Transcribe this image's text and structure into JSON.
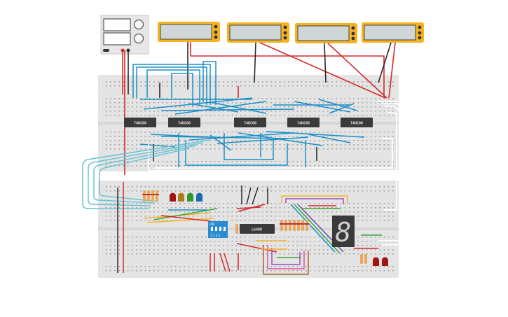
{
  "chips": {
    "main_label": "74HC00",
    "decoder_label": "LS48D"
  },
  "dip_switch": {
    "on_label": "ON",
    "numbers": "1 2 3 4"
  },
  "seven_segment": {
    "digit": "8"
  },
  "colors": {
    "breadboard": "#e4e4e4",
    "wire_blue": "#1a8fc8",
    "wire_red": "#d42a2a",
    "wire_black": "#2b2b2b",
    "wire_white": "#f4f4f4",
    "wire_teal": "#6bc3d3",
    "multimeter_body": "#f5b324",
    "chip_body": "#3a3a3a"
  }
}
